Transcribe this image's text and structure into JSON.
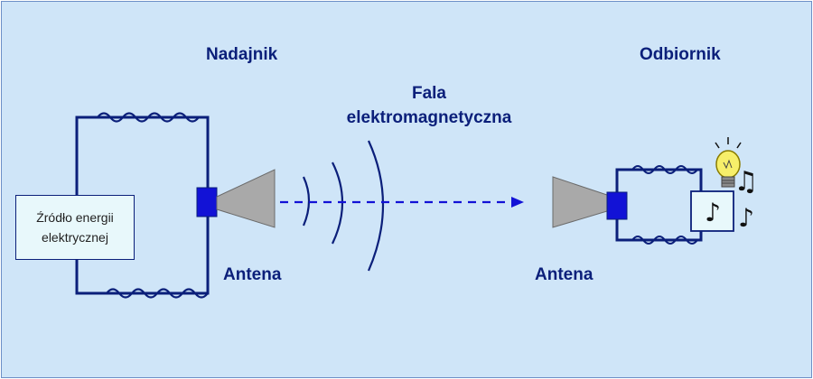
{
  "diagram": {
    "transmitter_label": "Nadajnik",
    "receiver_label": "Odbiornik",
    "wave_label_line1": "Fala",
    "wave_label_line2": "elektromagnetyczna",
    "source_line1": "Źródło energii",
    "source_line2": "elektrycznej",
    "antenna_tx_label": "Antena",
    "antenna_rx_label": "Antena"
  },
  "colors": {
    "background": "#cfe5f8",
    "wire": "#0b1f7a",
    "antenna_cone": "#a9a9a9",
    "connector": "#1212d6",
    "bulb": "#f7ef6a"
  },
  "icons": [
    "light-bulb-icon",
    "music-note-icon",
    "loudspeaker-box"
  ]
}
